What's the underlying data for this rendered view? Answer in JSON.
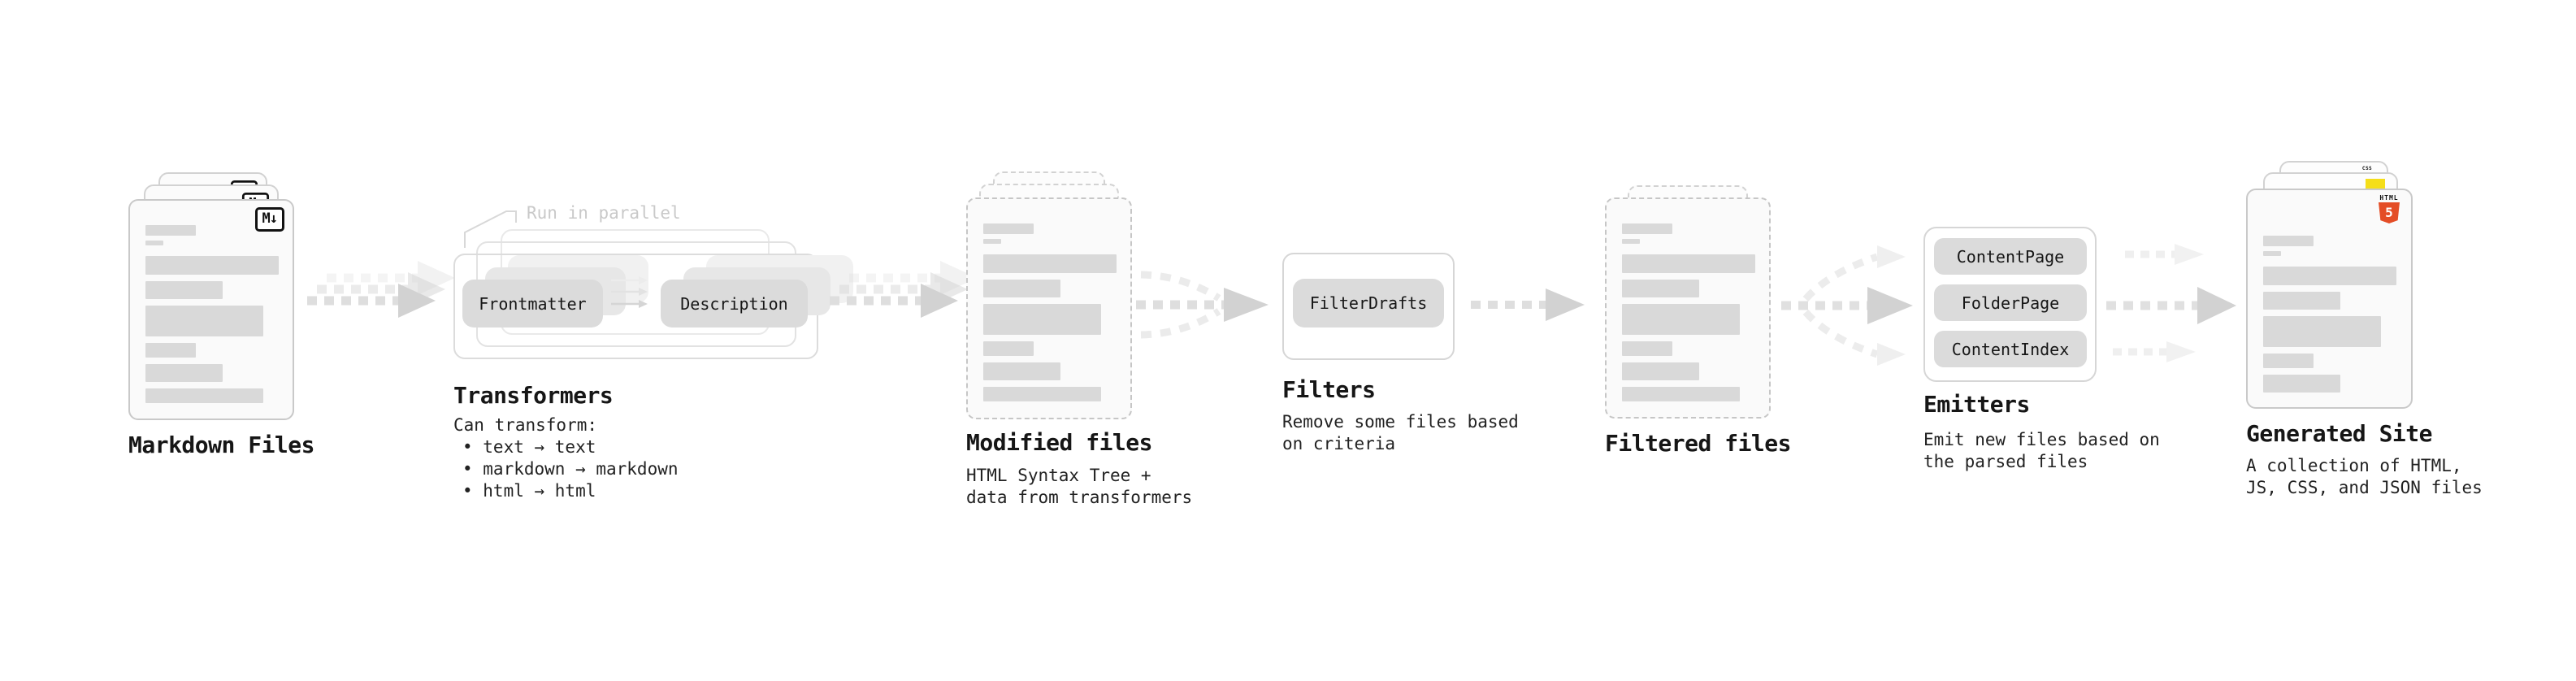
{
  "stages": {
    "markdown": {
      "title": "Markdown Files"
    },
    "transformers": {
      "title": "Transformers",
      "annotation": "Run in parallel",
      "pill_frontmatter": "Frontmatter",
      "pill_description": "Description",
      "desc": [
        "Can transform:",
        "• text → text",
        "• markdown → markdown",
        "• html → html"
      ]
    },
    "modified": {
      "title": "Modified files",
      "desc": [
        "HTML Syntax Tree +",
        "data from transformers"
      ]
    },
    "filters": {
      "title": "Filters",
      "pill": "FilterDrafts",
      "desc": [
        "Remove some files based",
        "on criteria"
      ]
    },
    "filtered": {
      "title": "Filtered files"
    },
    "emitters": {
      "title": "Emitters",
      "pills": [
        "ContentPage",
        "FolderPage",
        "ContentIndex"
      ],
      "desc": [
        "Emit new files based on",
        "the parsed files"
      ]
    },
    "generated": {
      "title": "Generated Site",
      "desc": [
        "A collection of HTML,",
        "JS, CSS, and JSON files"
      ]
    }
  },
  "icons": {
    "markdown_label": "M↓",
    "html5_word": "HTML",
    "html5_number": "5",
    "css_word": "CSS"
  },
  "colors": {
    "html5_orange": "#e44d26",
    "js_yellow": "#f5de19",
    "css_blue": "#2965f1",
    "pill_gray": "#dbdbdb",
    "bar_gray": "#d9d9d9",
    "arrow_gray": "#d4d4d4"
  }
}
